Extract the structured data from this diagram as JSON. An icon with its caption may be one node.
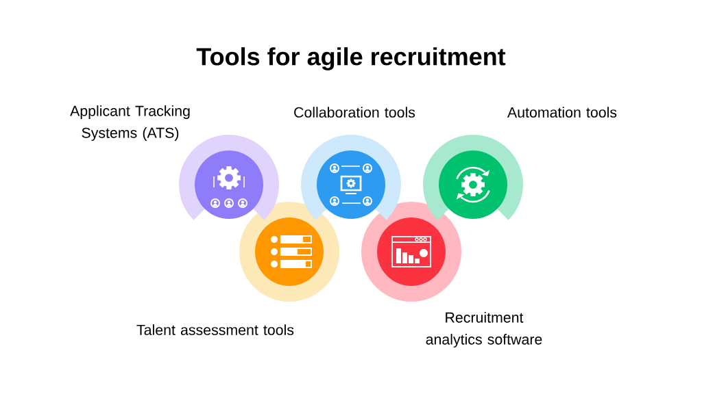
{
  "diagram": {
    "title": "Tools for agile recruitment",
    "nodes": [
      {
        "text": [
          "Applicant Tracking Systems (ATS)"
        ]
      },
      {
        "text": [
          "Talent assessment tools"
        ]
      },
      {
        "text": [
          "Collaboration tools"
        ]
      },
      {
        "text": [
          "Recruitment analytics software"
        ]
      },
      {
        "text": [
          "Automation tools"
        ]
      }
    ]
  }
}
